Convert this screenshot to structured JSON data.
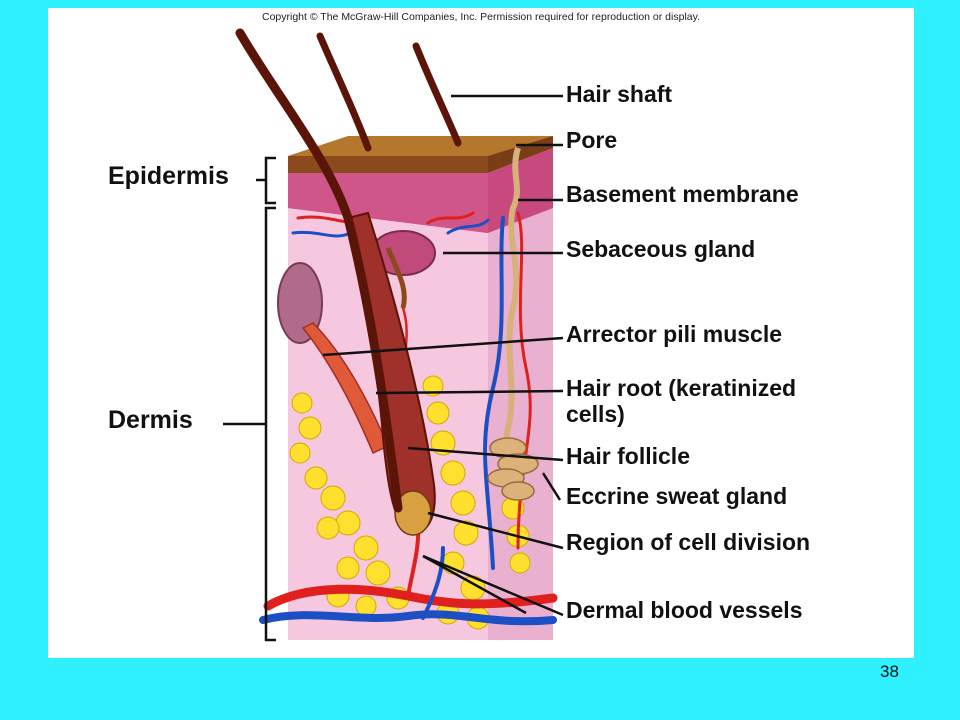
{
  "copyright": "Copyright © The McGraw-Hill Companies, Inc. Permission required for reproduction or display.",
  "labels": {
    "hair_shaft": "Hair shaft",
    "pore": "Pore",
    "basement_membrane": "Basement membrane",
    "sebaceous_gland": "Sebaceous gland",
    "arrector_pili_muscle": "Arrector pili muscle",
    "hair_root_line1": "Hair root (keratinized",
    "hair_root_line2": "cells)",
    "hair_follicle": "Hair follicle",
    "eccrine_sweat_gland": "Eccrine sweat gland",
    "region_of_cell_division": "Region of cell division",
    "dermal_blood_vessels": "Dermal blood vessels",
    "epidermis": "Epidermis",
    "dermis": "Dermis"
  },
  "slide_number": "38",
  "colors": {
    "background": "#2ff0ff",
    "epidermis": "#c2457a",
    "dermis": "#f6c6e0",
    "fat": "#ffe135",
    "artery": "#e0201e",
    "vein": "#1d4fc4",
    "hair": "#5a1408"
  }
}
